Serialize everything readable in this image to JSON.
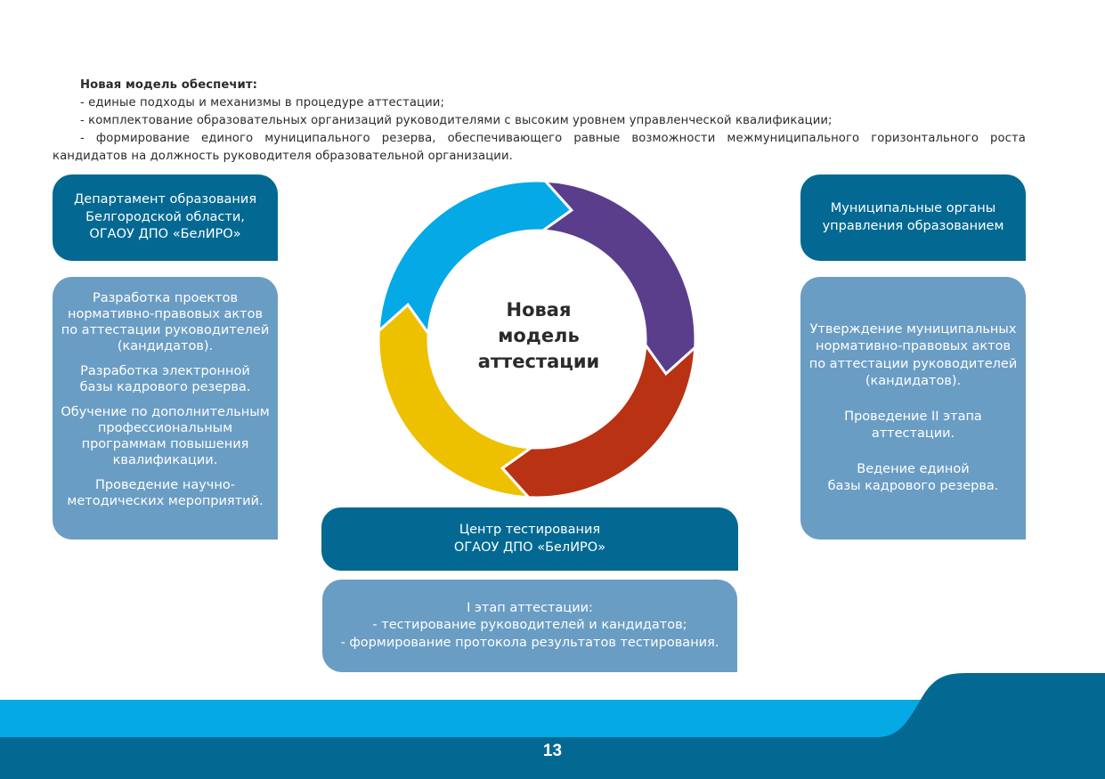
{
  "intro": {
    "heading": "Новая модель обеспечит:",
    "items": [
      "- единые подходы и механизмы в процедуре аттестации;",
      "- комплектование образовательных организаций руководителями с высоким уровнем управленческой квалификации;",
      "- формирование единого муниципального резерва, обеспечивающего равные возможности межмуниципального горизонтального роста кандидатов на должность руководителя образовательной организации."
    ]
  },
  "left": {
    "header": [
      "Департамент образования",
      "Белгородской области,",
      "ОГАОУ ДПО «БелИРО»"
    ],
    "tasks": [
      [
        "Разработка проектов",
        "нормативно-правовых актов",
        "по аттестации руководителей",
        "(кандидатов)."
      ],
      [
        "Разработка электронной",
        "базы кадрового резерва."
      ],
      [
        "Обучение по дополнительным",
        "профессиональным",
        "программам повышения",
        "квалификации."
      ],
      [
        "Проведение научно-",
        "методических мероприятий."
      ]
    ]
  },
  "right": {
    "header": [
      "Муниципальные органы",
      "управления образованием"
    ],
    "tasks": [
      [
        "Утверждение муниципальных",
        "нормативно-правовых актов",
        "по аттестации руководителей",
        "(кандидатов)."
      ],
      [
        "Проведение II этапа",
        "аттестации."
      ],
      [
        "Ведение единой",
        "базы кадрового резерва."
      ]
    ]
  },
  "center": {
    "header": [
      "Центр тестирования",
      "ОГАОУ ДПО «БелИРО»"
    ],
    "tasks": [
      "I этап аттестации:",
      "- тестирование руководителей и кандидатов;",
      "- формирование протокола  результатов тестирования."
    ]
  },
  "diagram": {
    "label": [
      "Новая",
      "модель",
      "аттестации"
    ],
    "segment_colors": [
      "#5a3e8c",
      "#b83213",
      "#eec100",
      "#04a9e6"
    ]
  },
  "footer": {
    "page_number": "13",
    "colors": {
      "light": "#04a9e6",
      "dark": "#036993"
    }
  }
}
